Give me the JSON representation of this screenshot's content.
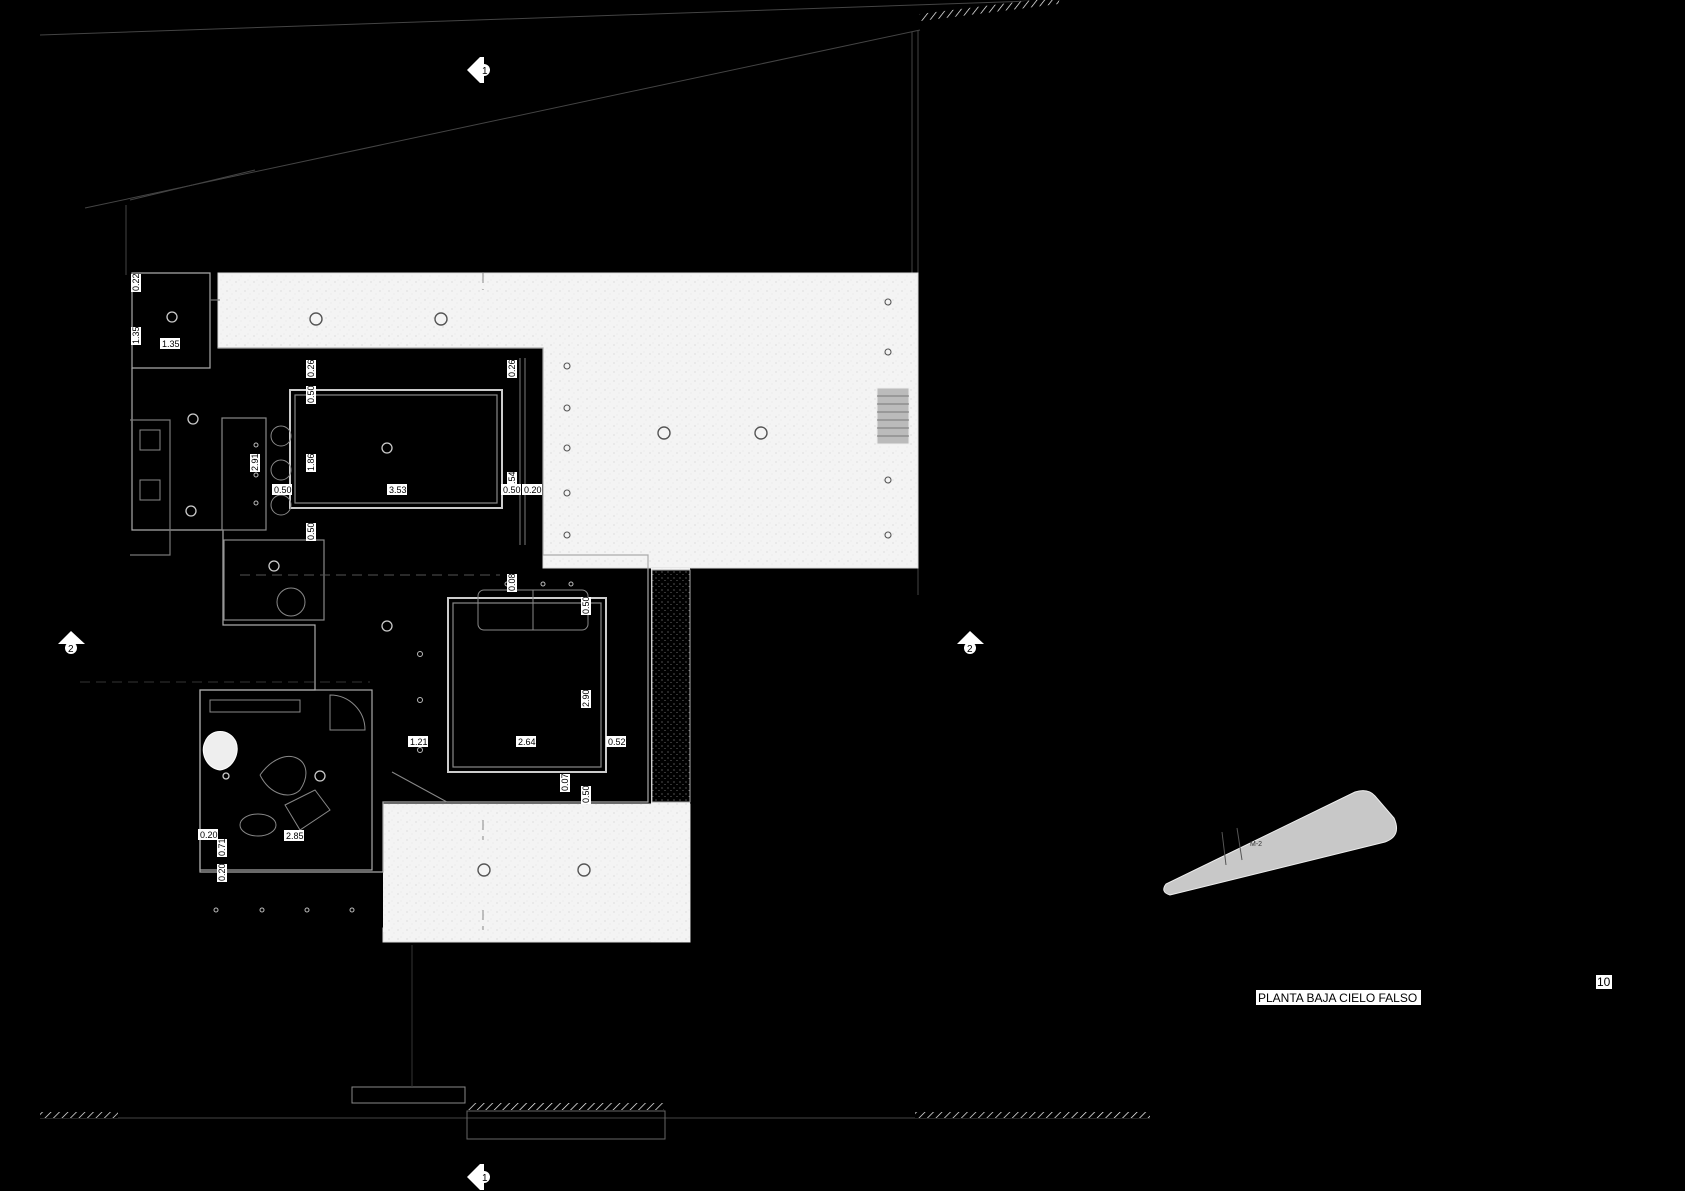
{
  "drawing": {
    "title": "PLANTA BAJA CIELO FALSO",
    "sheet_number": "10",
    "key_plan_label": "M-2"
  },
  "section_markers": {
    "top": "1",
    "bottom": "1",
    "left": "2",
    "right": "2"
  },
  "dimensions": {
    "d_0_22": "0.22",
    "d_1_35a": "1.35",
    "d_1_35b": "1.35",
    "d_0_26": "0.26",
    "d_0_50_top": "0.50",
    "d_0_26b": "0.26",
    "d_1_86": "1.86",
    "d_2_91": "2.91",
    "d_0_50_bench": "0.50",
    "d_0_50_low": "0.50",
    "d_3_53": "3.53",
    "d_3_54": "3.54",
    "d_0_50_mid": "0.50",
    "d_0_20_mid": "0.20",
    "d_0_08": "0.08",
    "d_0_50_bed": "0.50",
    "d_2_90": "2.90",
    "d_1_21": "1.21",
    "d_2_64": "2.64",
    "d_0_52": "0.52",
    "d_0_07": "0.07",
    "d_0_50_bedlow": "0.50",
    "d_0_20_left": "0.20",
    "d_0_71": "0.71",
    "d_2_85": "2.85",
    "d_0_20_low": "0.20"
  }
}
